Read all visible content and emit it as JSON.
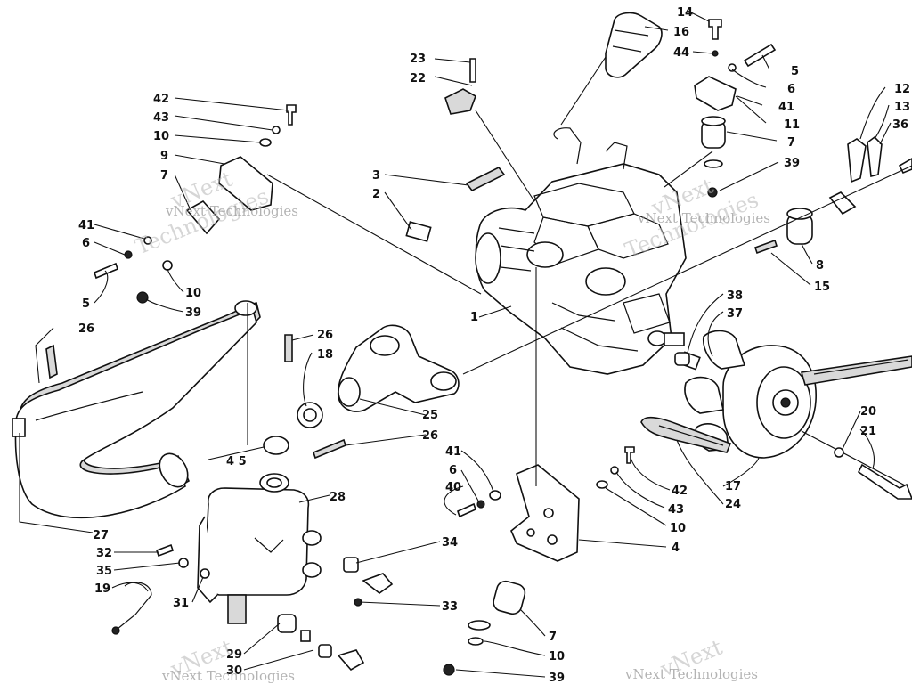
{
  "callouts": [
    {
      "id": "c14a",
      "text": "14"
    },
    {
      "id": "c16a",
      "text": "16"
    },
    {
      "id": "c44a",
      "text": "44"
    },
    {
      "id": "c5a",
      "text": "5"
    },
    {
      "id": "c6a",
      "text": "6"
    },
    {
      "id": "c41a",
      "text": "41"
    },
    {
      "id": "c11a",
      "text": "11"
    },
    {
      "id": "c7a",
      "text": "7"
    },
    {
      "id": "c39a",
      "text": "39"
    },
    {
      "id": "c12a",
      "text": "12"
    },
    {
      "id": "c13a",
      "text": "13"
    },
    {
      "id": "c36a",
      "text": "36"
    },
    {
      "id": "c8a",
      "text": "8"
    },
    {
      "id": "c15a",
      "text": "15"
    },
    {
      "id": "c38a",
      "text": "38"
    },
    {
      "id": "c37a",
      "text": "37"
    },
    {
      "id": "c20a",
      "text": "20"
    },
    {
      "id": "c21a",
      "text": "21"
    },
    {
      "id": "c17a",
      "text": "17"
    },
    {
      "id": "c24a",
      "text": "24"
    },
    {
      "id": "c23a",
      "text": "23"
    },
    {
      "id": "c22a",
      "text": "22"
    },
    {
      "id": "c3a",
      "text": "3"
    },
    {
      "id": "c2a",
      "text": "2"
    },
    {
      "id": "c1a",
      "text": "1"
    },
    {
      "id": "c42a",
      "text": "42"
    },
    {
      "id": "c43a",
      "text": "43"
    },
    {
      "id": "c10a",
      "text": "10"
    },
    {
      "id": "c9a",
      "text": "9"
    },
    {
      "id": "c7b",
      "text": "7"
    },
    {
      "id": "c41b",
      "text": "41"
    },
    {
      "id": "c6b",
      "text": "6"
    },
    {
      "id": "c5b",
      "text": "5"
    },
    {
      "id": "c10b",
      "text": "10"
    },
    {
      "id": "c39b",
      "text": "39"
    },
    {
      "id": "c26a",
      "text": "26"
    },
    {
      "id": "c26b",
      "text": "26"
    },
    {
      "id": "c18a",
      "text": "18"
    },
    {
      "id": "c25a",
      "text": "25"
    },
    {
      "id": "c26c",
      "text": "26"
    },
    {
      "id": "c45a",
      "text": "4 5"
    },
    {
      "id": "c28a",
      "text": "28"
    },
    {
      "id": "c41c",
      "text": "41"
    },
    {
      "id": "c6c",
      "text": "6"
    },
    {
      "id": "c40a",
      "text": "40"
    },
    {
      "id": "c42b",
      "text": "42"
    },
    {
      "id": "c43b",
      "text": "43"
    },
    {
      "id": "c10c",
      "text": "10"
    },
    {
      "id": "c4a",
      "text": "4"
    },
    {
      "id": "c27a",
      "text": "27"
    },
    {
      "id": "c32a",
      "text": "32"
    },
    {
      "id": "c35a",
      "text": "35"
    },
    {
      "id": "c19a",
      "text": "19"
    },
    {
      "id": "c31a",
      "text": "31"
    },
    {
      "id": "c34a",
      "text": "34"
    },
    {
      "id": "c33a",
      "text": "33"
    },
    {
      "id": "c7c",
      "text": "7"
    },
    {
      "id": "c10d",
      "text": "10"
    },
    {
      "id": "c29a",
      "text": "29"
    },
    {
      "id": "c30a",
      "text": "30"
    },
    {
      "id": "c39c",
      "text": "39"
    }
  ],
  "watermark": "vNext Technologies",
  "watermark_pieces": [
    "vNext",
    "Technologies"
  ]
}
